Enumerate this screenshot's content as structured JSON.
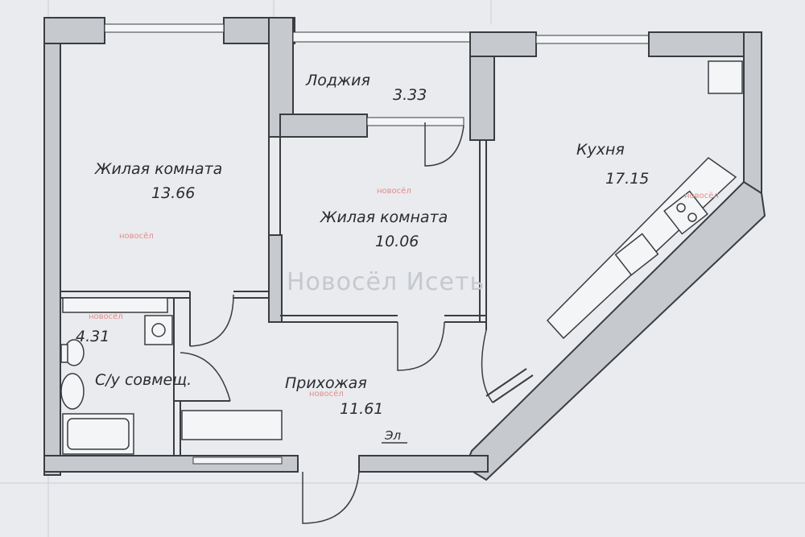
{
  "rooms": {
    "loggia": {
      "name": "Лоджия",
      "area": "3.33"
    },
    "living_room_1": {
      "name": "Жилая комната",
      "area": "13.66"
    },
    "living_room_2": {
      "name": "Жилая комната",
      "area": "10.06"
    },
    "kitchen": {
      "name": "Кухня",
      "area": "17.15"
    },
    "bathroom": {
      "name": "С/у совмещ.",
      "area": "4.31"
    },
    "hallway": {
      "name": "Прихожая",
      "area": "11.61"
    }
  },
  "electrical_label": "Эл",
  "watermark": {
    "main": "Новосёл Исеть",
    "small": "новосёл"
  },
  "colors": {
    "paper": "#e9ebee",
    "wall_fill": "#c6c9ce",
    "line": "#3a3c40",
    "watermark_red": "#e48b8b"
  }
}
